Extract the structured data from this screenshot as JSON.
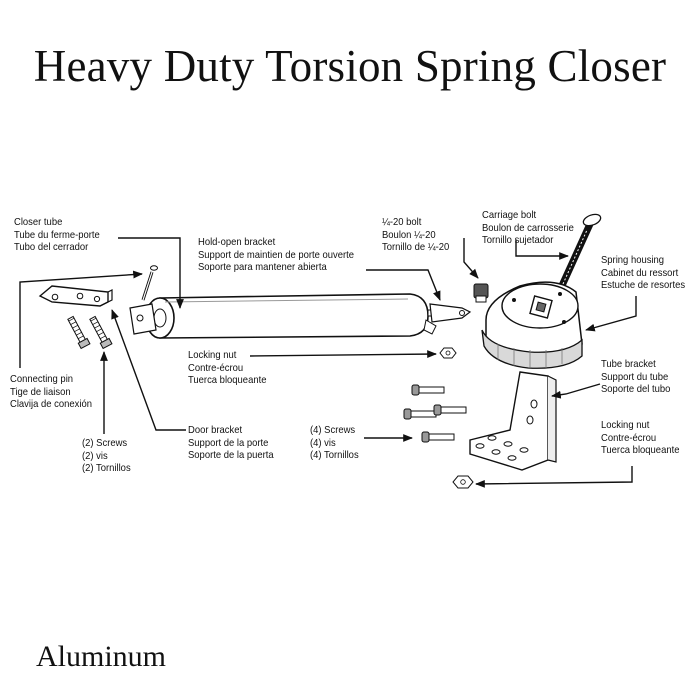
{
  "title": "Heavy Duty Torsion Spring Closer",
  "footer": "Aluminum",
  "labels": {
    "closer_tube": [
      "Closer tube",
      "Tube du ferme-porte",
      "Tubo del cerrador"
    ],
    "hold_open_bracket": [
      "Hold-open bracket",
      "Support de maintien de porte ouverte",
      "Soporte para mantener abierta"
    ],
    "bolt_1420": [
      "¼-20 bolt",
      "Boulon ¼-20",
      "Tornillo de ¼-20"
    ],
    "carriage_bolt": [
      "Carriage bolt",
      "Boulon de carrosserie",
      "Tornillo sujetador"
    ],
    "spring_housing": [
      "Spring housing",
      "Cabinet du ressort",
      "Estuche de resortes"
    ],
    "locking_nut_1": [
      "Locking nut",
      "Contre-écrou",
      "Tuerca bloqueante"
    ],
    "tube_bracket": [
      "Tube bracket",
      "Support du tube",
      "Soporte del tubo"
    ],
    "connecting_pin": [
      "Connecting pin",
      "Tige de liaison",
      "Clavija de conexión"
    ],
    "door_bracket": [
      "Door bracket",
      "Support de la porte",
      "Soporte de la puerta"
    ],
    "screws_2": [
      "(2) Screws",
      "(2) vis",
      "(2) Tornillos"
    ],
    "screws_4": [
      "(4) Screws",
      "(4) vis",
      "(4) Tornillos"
    ],
    "locking_nut_2": [
      "Locking nut",
      "Contre-écrou",
      "Tuerca bloqueante"
    ]
  },
  "colors": {
    "ink": "#111111",
    "paper": "#ffffff",
    "shade": "#d9d9d9"
  }
}
